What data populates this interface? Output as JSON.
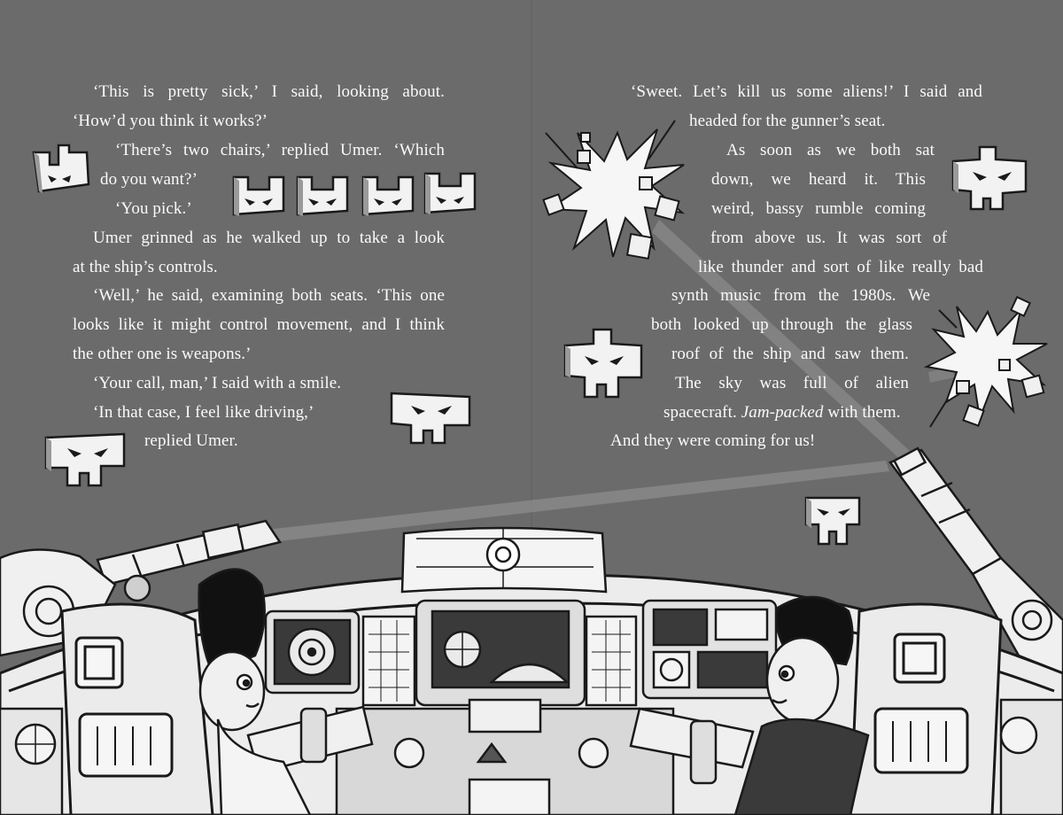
{
  "left_page": {
    "lines": [
      "‘This is pretty sick,’ I said, looking about.",
      "‘How’d you think it works?’",
      "‘There’s two chairs,’ replied Umer. ‘Which",
      "do you want?’",
      "‘You pick.’",
      "Umer grinned as he walked up to take a look",
      "at the ship’s controls.",
      "‘Well,’ he said, examining both seats. ‘This one",
      "looks like it might control movement, and I think",
      "the other one is weapons.’",
      "‘Your call, man,’ I said with a smile.",
      "‘In that case, I feel like driving,’",
      "replied Umer."
    ]
  },
  "right_page": {
    "lines": [
      "‘Sweet. Let’s kill us some aliens!’ I said and",
      "headed for the gunner’s seat.",
      "As soon as we both sat",
      "down, we heard it. This",
      "weird, bassy rumble coming",
      "from above us. It was sort of",
      "like thunder and sort of like really bad",
      "synth music from the 1980s. We",
      "both looked up through the glass",
      "roof of the ship and saw them.",
      "The sky was full of alien",
      "spacecraft. ",
      "Jam-packed",
      " with them.",
      "And they were coming for us!"
    ]
  },
  "colors": {
    "page_bg": "#6b6b6b",
    "text": "#fafafa",
    "ink": "#1a1a1a",
    "paper": "#f4f4f4",
    "mid_grey": "#bdbdbd"
  },
  "illustration": {
    "aliens": [
      "alien-ship-icon",
      "alien-ship-icon",
      "alien-ship-icon",
      "alien-ship-icon",
      "alien-ship-icon",
      "alien-ship-icon",
      "alien-ship-icon",
      "alien-ship-icon",
      "alien-ship-icon",
      "alien-ship-icon"
    ],
    "explosions": [
      "explosion-icon",
      "explosion-icon"
    ],
    "cockpit": "spaceship-cockpit-illustration"
  }
}
